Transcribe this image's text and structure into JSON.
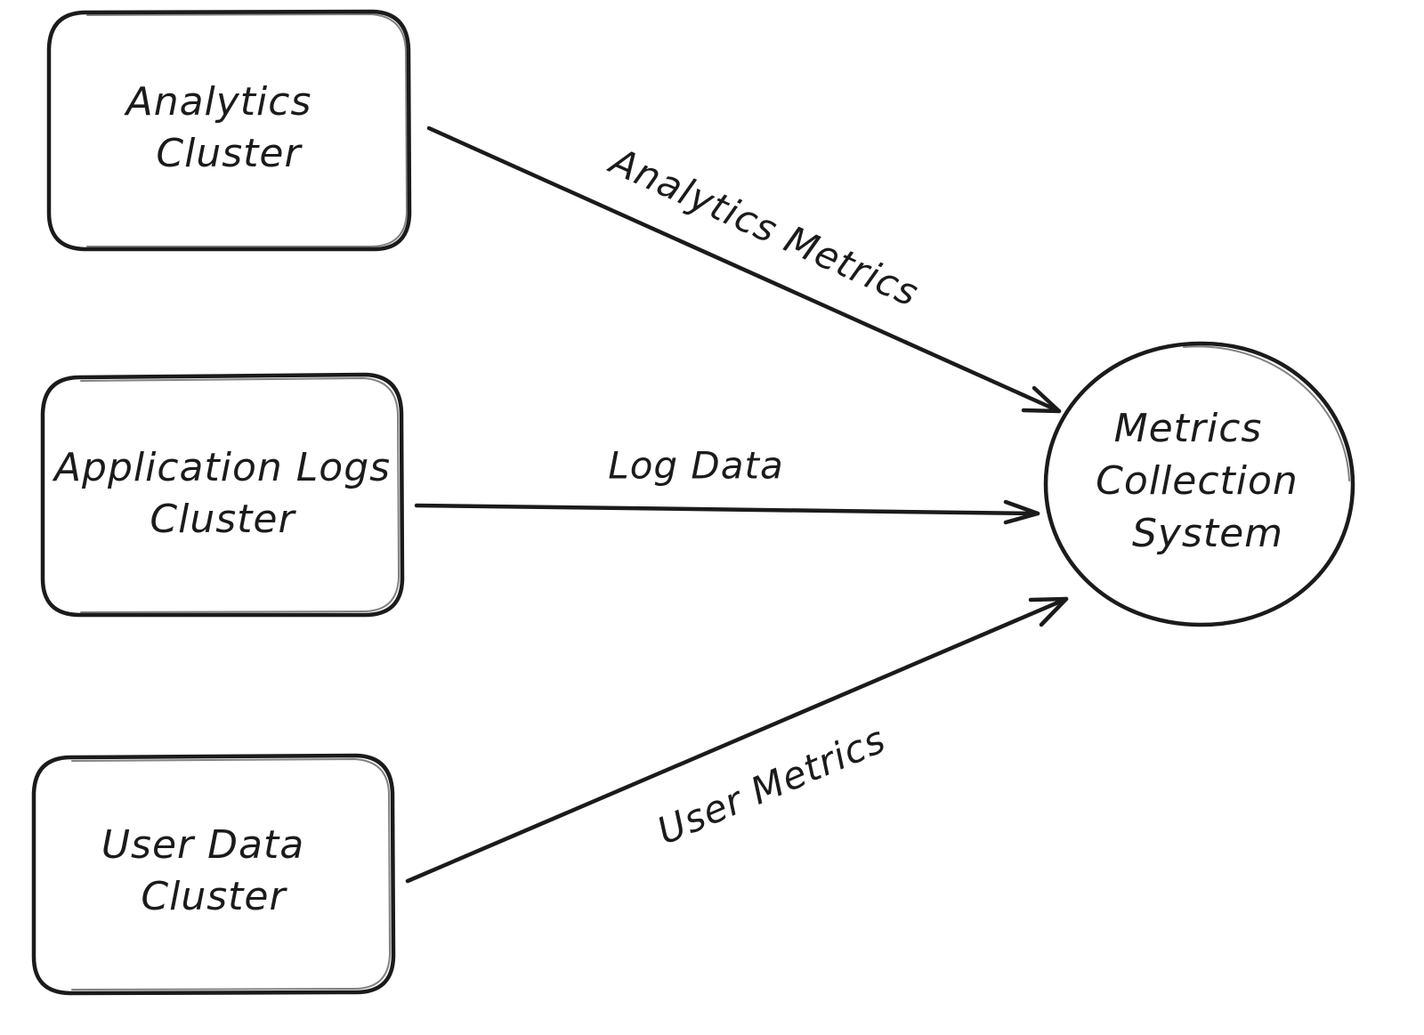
{
  "diagram": {
    "ink_color": "#1b1b1b",
    "background": "#ffffff",
    "nodes": {
      "analytics": {
        "line1": "Analytics",
        "line2": "Cluster"
      },
      "app_logs": {
        "line1": "Application Logs",
        "line2": "Cluster"
      },
      "user_data": {
        "line1": "User Data",
        "line2": "Cluster"
      },
      "metrics": {
        "line1": "Metrics",
        "line2": "Collection",
        "line3": "System"
      }
    },
    "edges": {
      "analytics_to_metrics": {
        "label": "Analytics Metrics"
      },
      "logs_to_metrics": {
        "label": "Log Data"
      },
      "user_to_metrics": {
        "label": "User Metrics"
      }
    }
  }
}
